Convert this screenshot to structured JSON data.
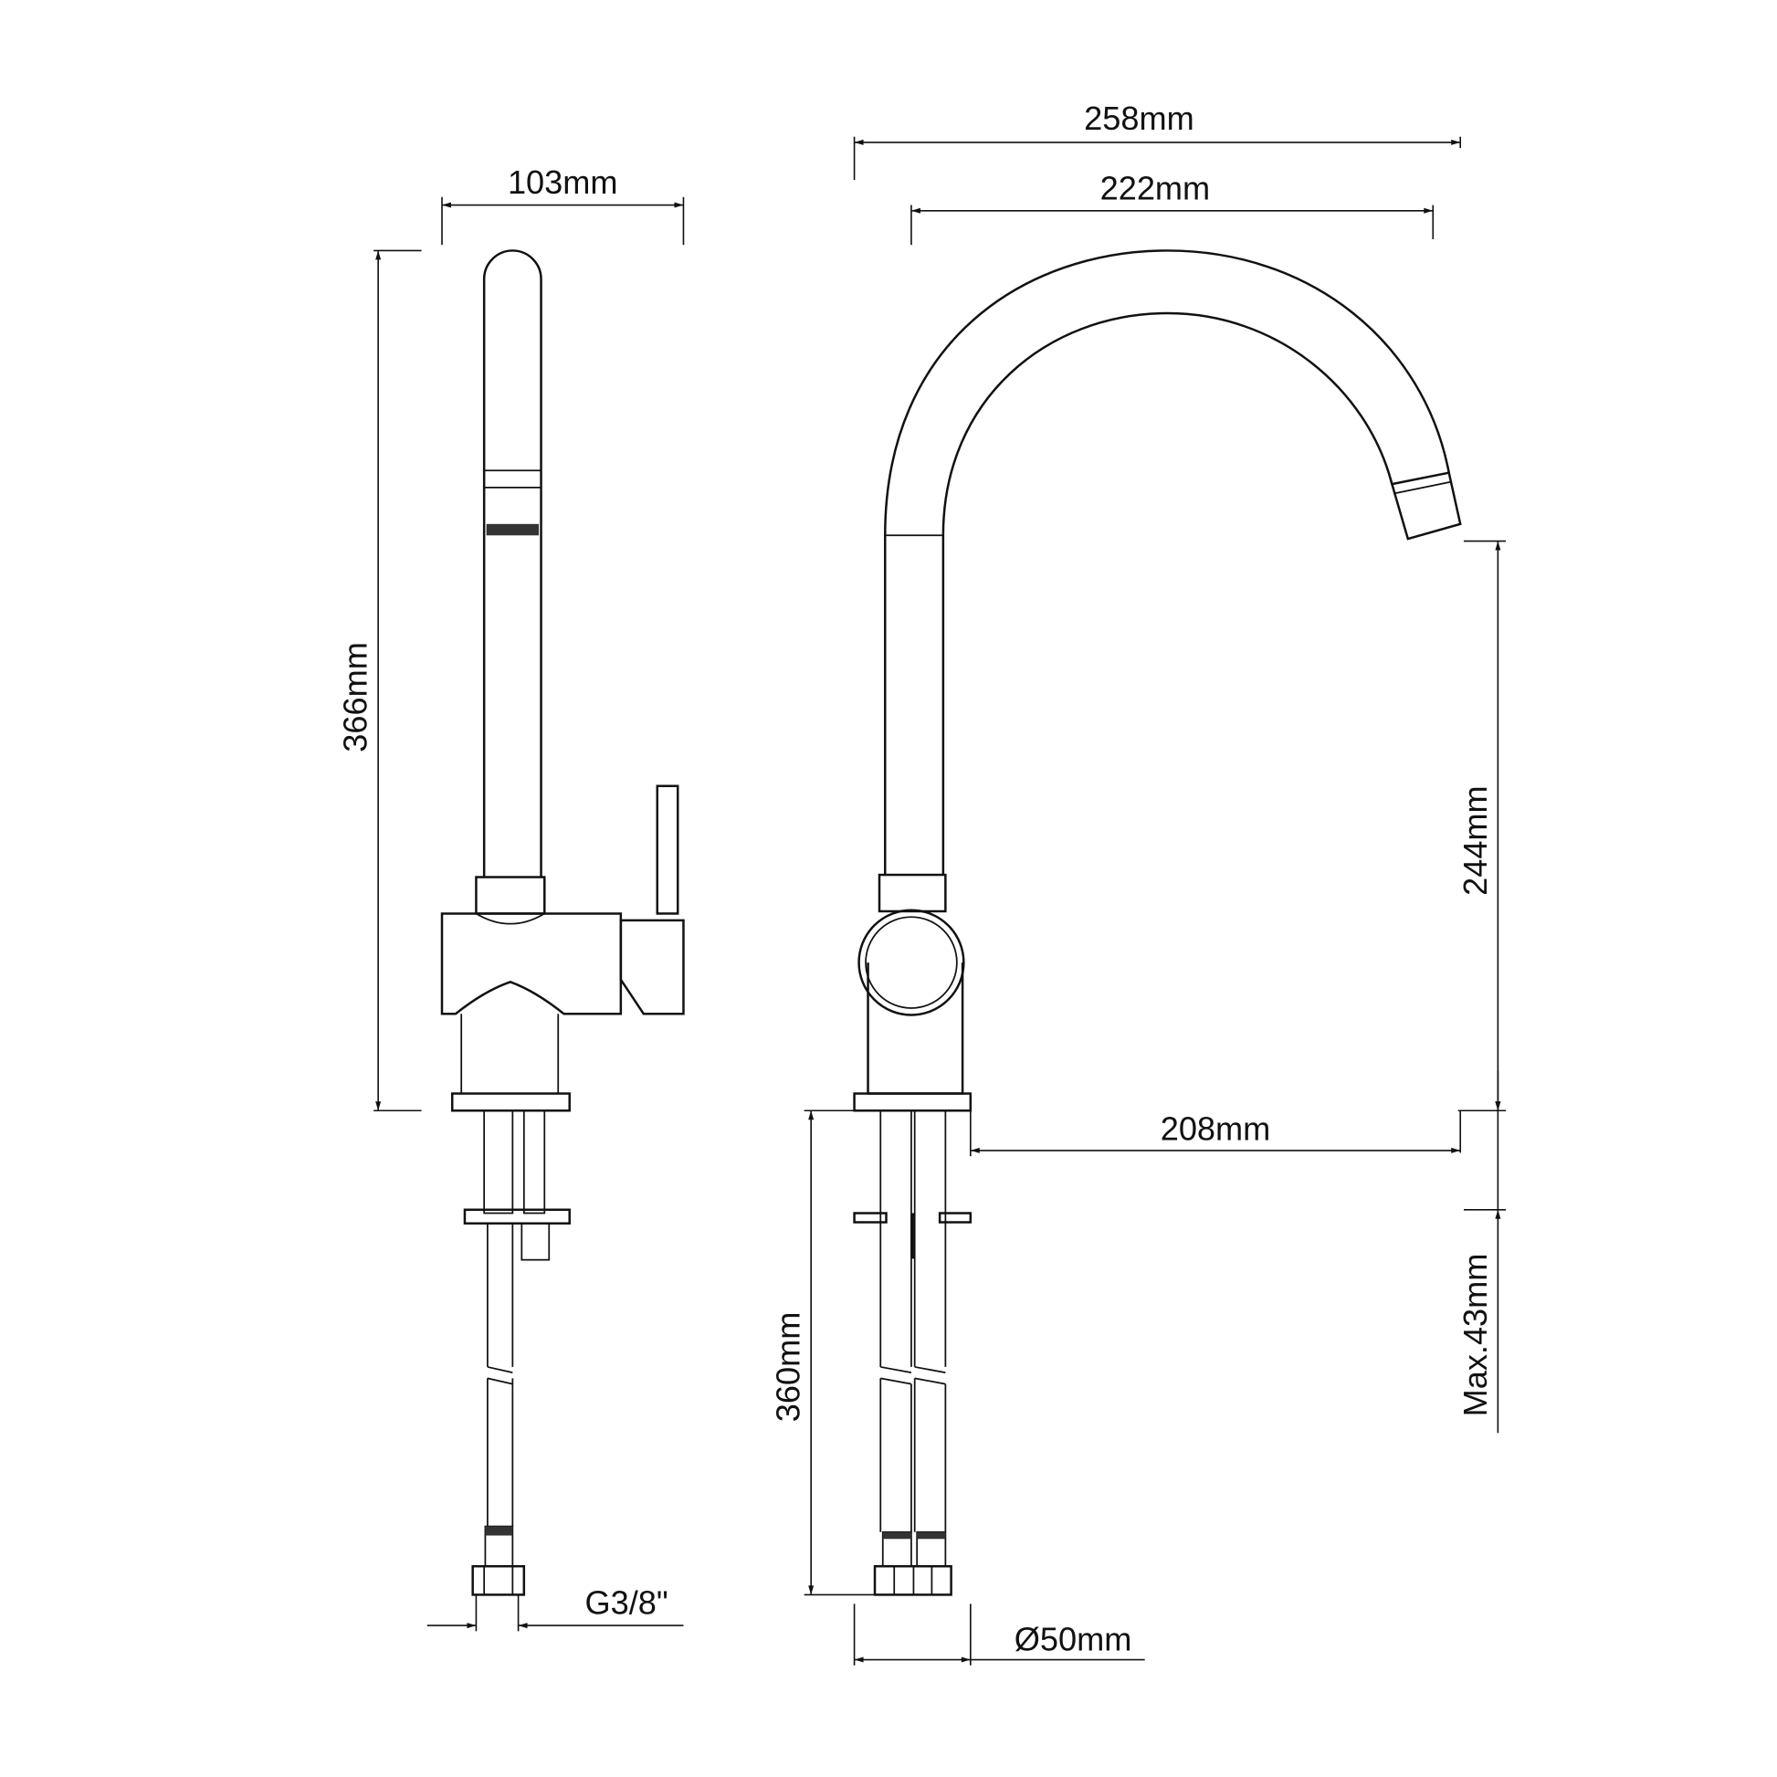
{
  "dimensions": {
    "side_width": "103mm",
    "side_height": "366mm",
    "thread": "G3/8\"",
    "overall_reach": "258mm",
    "spout_span": "222mm",
    "spout_height": "244mm",
    "spout_projection": "208mm",
    "max_deck_thickness": "Max.43mm",
    "hose_length": "360mm",
    "base_diameter": "Ø50mm"
  }
}
